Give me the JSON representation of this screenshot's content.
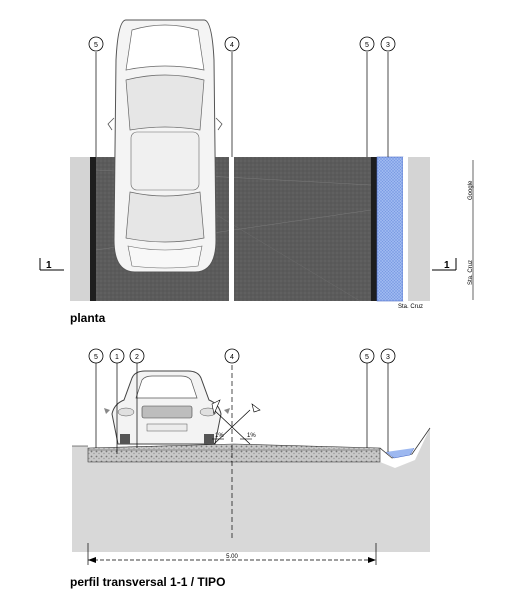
{
  "plan": {
    "caption": "planta",
    "markers": [
      "5",
      "4",
      "5",
      "3"
    ],
    "section_mark": "1",
    "labels": {
      "google": "Google",
      "sta_cruz_right": "Sta. Cruz",
      "sta_cruz_bottom": "Sta. Cruz"
    }
  },
  "section": {
    "caption": "perfil transversal  1-1 / TIPO",
    "markers": [
      "5",
      "1",
      "2",
      "4",
      "5",
      "3"
    ],
    "slope_left": "1%",
    "slope_right": "1%",
    "dimension": "5.00"
  }
}
